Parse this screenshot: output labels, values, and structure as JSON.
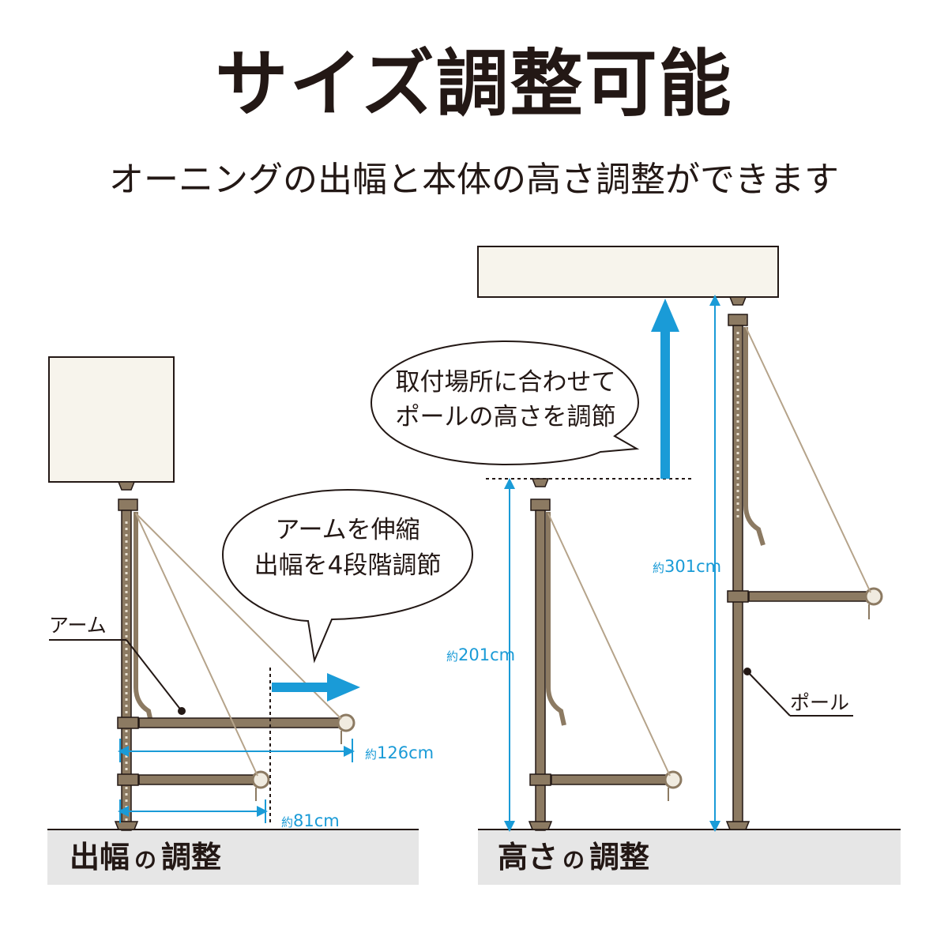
{
  "header": {
    "title": "サイズ調整可能",
    "subtitle": "オーニングの出幅と本体の高さ調整ができます"
  },
  "left_panel": {
    "bubble_lines": [
      "アームを伸縮",
      "出幅を4段階調節"
    ],
    "arm_label": "アーム",
    "dim_long_prefix": "約",
    "dim_long_value": "126cm",
    "dim_short_prefix": "約",
    "dim_short_value": "81cm",
    "footer_main": "出幅",
    "footer_no": "の",
    "footer_tail": "調整"
  },
  "right_panel": {
    "bubble_lines": [
      "取付場所に合わせて",
      "ポールの高さを調節"
    ],
    "pole_label": "ポール",
    "dim_low_prefix": "約",
    "dim_low_value": "201cm",
    "dim_high_prefix": "約",
    "dim_high_value": "301cm",
    "footer_main": "高さ",
    "footer_no": "の",
    "footer_tail": "調整"
  },
  "colors": {
    "accent_blue": "#1a9bd7",
    "pole_brown": "#8c7a62",
    "panel_cream": "#f7f4ec",
    "floor_gray": "#e6e6e6"
  }
}
